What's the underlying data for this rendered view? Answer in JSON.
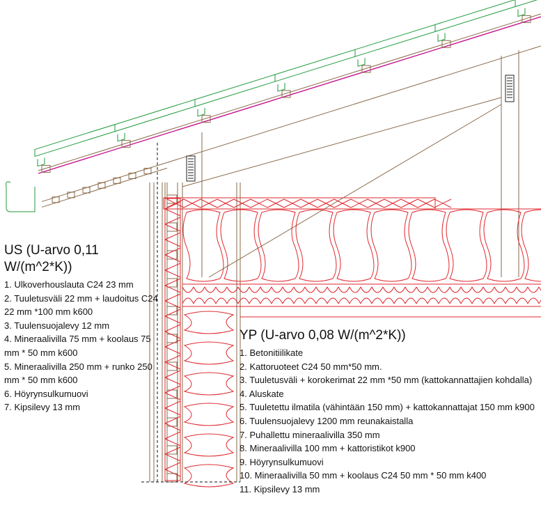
{
  "wall_legend": {
    "title": "US (U-arvo 0,11 W/(m^2*K))",
    "items": [
      "1. Ulkoverhouslauta C24 23 mm",
      "2. Tuuletusväli 22 mm + laudoitus C24 22 mm *100 mm k600",
      "3. Tuulensuojalevy 12 mm",
      "4. Mineraalivilla 75 mm + koolaus 75 mm * 50 mm k600",
      "5. Mineraalivilla 250 mm + runko 250 mm * 50 mm k600",
      "6. Höyrynsulkumuovi",
      "7. Kipsilevy 13 mm"
    ]
  },
  "roof_legend": {
    "title": "YP (U-arvo 0,08 W/(m^2*K))",
    "items": [
      "1. Betonitiilikate",
      "2. Kattoruoteet C24 50 mm*50 mm.",
      "3. Tuuletusväli + korokerimat 22 mm *50 mm (kattokannattajien kohdalla)",
      "4. Aluskate",
      "5. Tuuletettu ilmatila (vähintään 150 mm) + kattokannattajat 150 mm k900",
      "6. Tuulensuojalevy 1200 mm reunakaistalla",
      "7. Puhallettu mineraalivilla 350 mm",
      "8. Mineraalivilla 100 mm + kattoristikot k900",
      "9. Höyrynsulkumuovi",
      "10. Mineraalivilla 50 mm + koolaus C24 50 mm * 50 mm k400",
      "11. Kipsilevy 13 mm"
    ]
  },
  "colors": {
    "tile": "#1f9a3a",
    "insulation": "#e0262c",
    "membrane": "#c4148c",
    "timber": "#8a6a4a"
  }
}
